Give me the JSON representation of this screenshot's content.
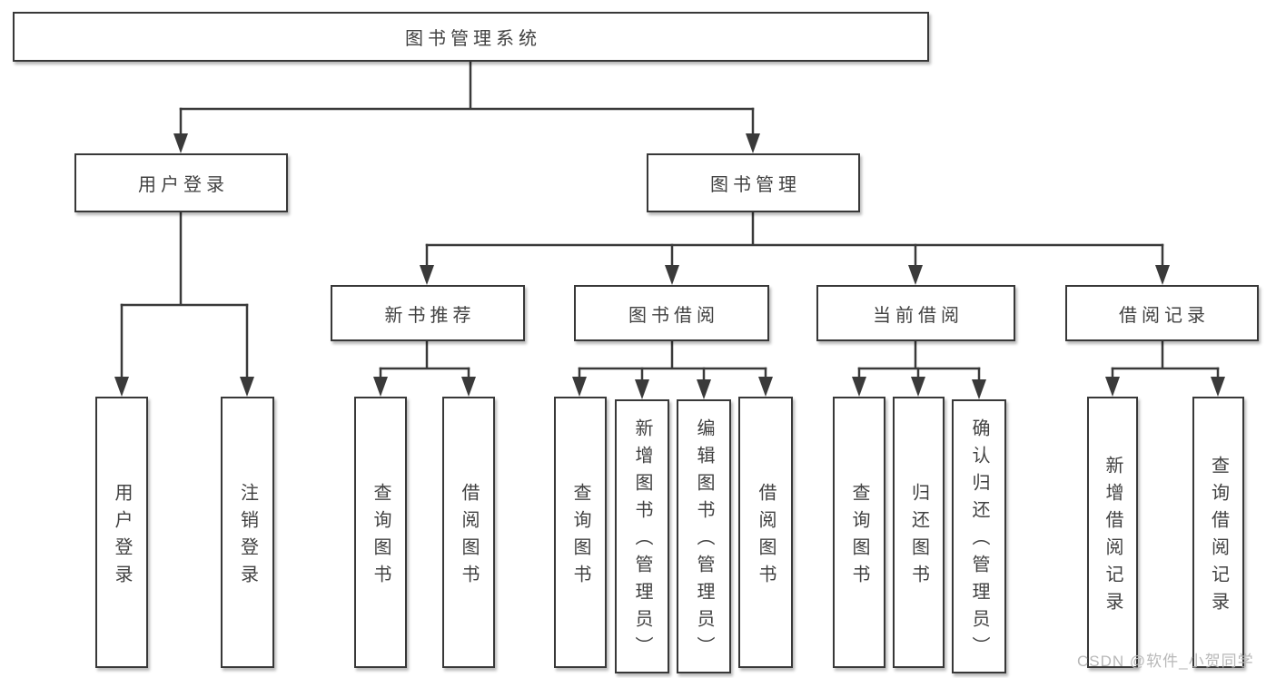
{
  "tree": {
    "root": {
      "label": "图书管理系统",
      "children": [
        {
          "label": "用户登录",
          "children": [
            {
              "label": "用户登录"
            },
            {
              "label": "注销登录"
            }
          ]
        },
        {
          "label": "图书管理",
          "children": [
            {
              "label": "新书推荐",
              "children": [
                {
                  "label": "查询图书"
                },
                {
                  "label": "借阅图书"
                }
              ]
            },
            {
              "label": "图书借阅",
              "children": [
                {
                  "label": "查询图书"
                },
                {
                  "label": "新增图书（管理员）"
                },
                {
                  "label": "编辑图书（管理员）"
                },
                {
                  "label": "借阅图书"
                }
              ]
            },
            {
              "label": "当前借阅",
              "children": [
                {
                  "label": "查询图书"
                },
                {
                  "label": "归还图书"
                },
                {
                  "label": "确认归还（管理员）"
                }
              ]
            },
            {
              "label": "借阅记录",
              "children": [
                {
                  "label": "新增借阅记录"
                },
                {
                  "label": "查询借阅记录"
                }
              ]
            }
          ]
        }
      ]
    }
  },
  "watermark": {
    "text": "CSDN @软件_小贺同学"
  },
  "colors": {
    "line": "#3a3a3a",
    "box_border": "#383838",
    "text": "#414141",
    "watermark": "#b8b8b8",
    "background": "#ffffff"
  }
}
